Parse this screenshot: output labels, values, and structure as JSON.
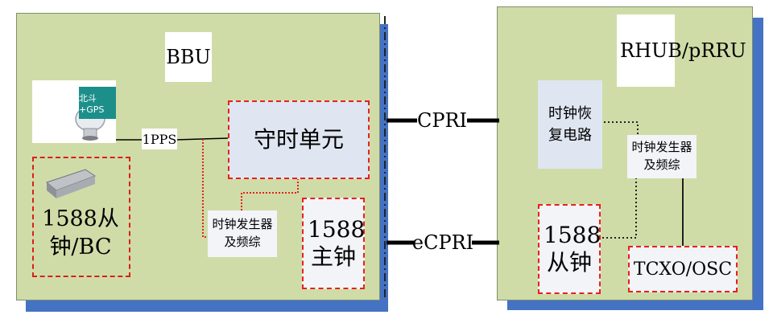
{
  "bbu": {
    "title": "BBU",
    "gnss_badge": "北斗+GPS",
    "pps_label": "1PPS",
    "holdover_unit": "守时单元",
    "clock_gen": "时钟发生器及频综",
    "grandmaster": "1588主钟",
    "slave_bc": "1588从钟/BC"
  },
  "links": {
    "cpri": "CPRI",
    "ecpri": "eCPRI"
  },
  "rhub": {
    "title": "RHUB/pRRU",
    "clock_recovery": "时钟恢复电路",
    "clock_gen": "时钟发生器及频综",
    "slave": "1588从钟",
    "osc": "TCXO/OSC"
  },
  "colors": {
    "panel_fill": "#cfdca8",
    "shadow": "#4472c4",
    "unit_fill": "#dfe6f1",
    "dash_red": "#e8201a"
  }
}
